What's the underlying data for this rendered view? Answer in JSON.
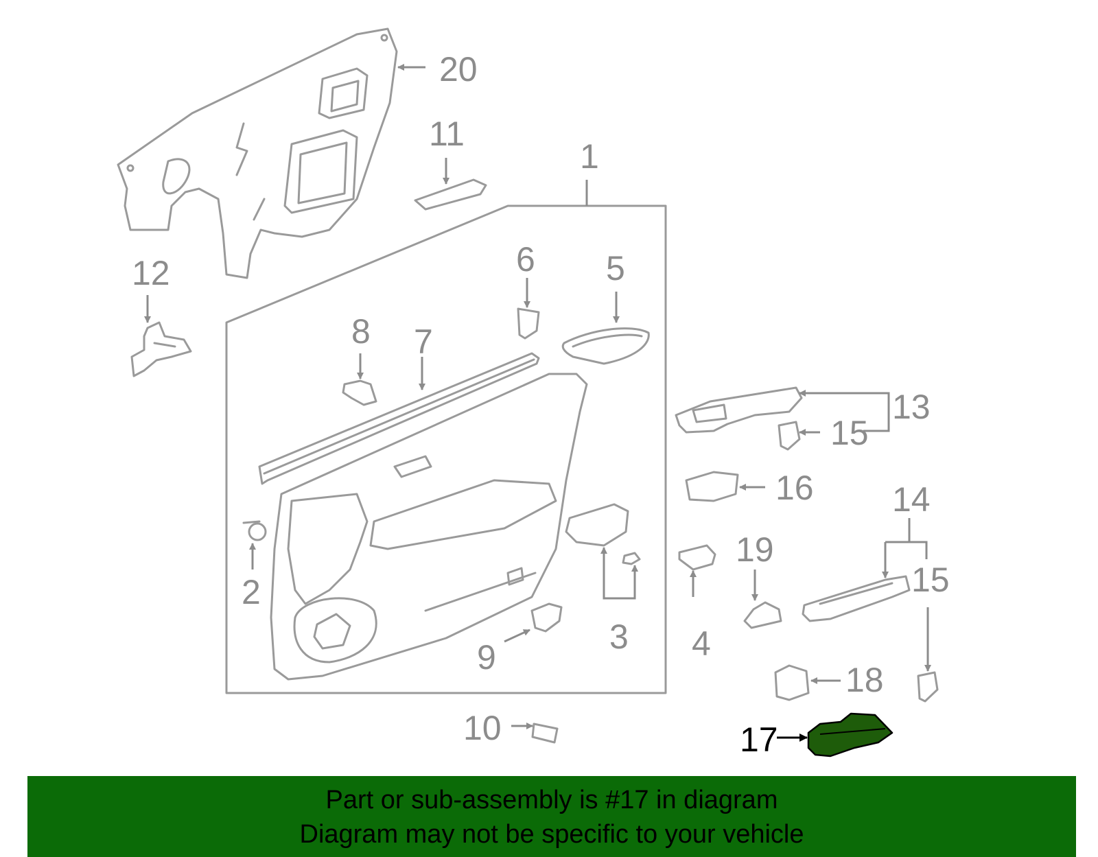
{
  "diagram": {
    "callouts": {
      "c1": "1",
      "c2": "2",
      "c3": "3",
      "c4": "4",
      "c5": "5",
      "c6": "6",
      "c7": "7",
      "c8": "8",
      "c9": "9",
      "c10": "10",
      "c11": "11",
      "c12": "12",
      "c13": "13",
      "c14": "14",
      "c15a": "15",
      "c15b": "15",
      "c16": "16",
      "c17": "17",
      "c18": "18",
      "c19": "19",
      "c20": "20"
    },
    "highlighted_part": "17",
    "colors": {
      "line_gray": "#9a9a9a",
      "highlight_fill": "#1e5c0a",
      "banner_green": "#0b6b07"
    }
  },
  "banner": {
    "line1": "Part or sub-assembly is #17 in diagram",
    "line2": "Diagram may not be specific to your vehicle"
  }
}
